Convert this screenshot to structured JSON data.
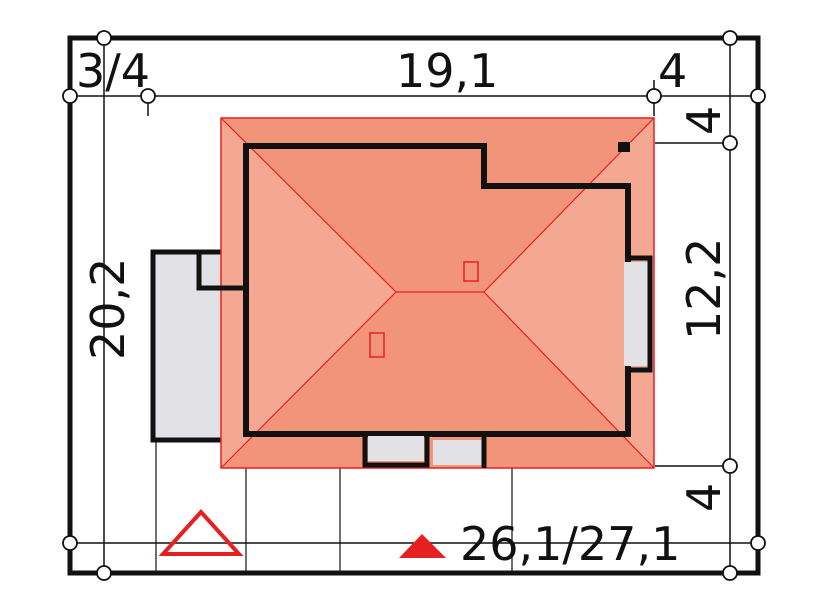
{
  "dimensions": {
    "top_left_setback": "3/4",
    "top_width": "19,1",
    "top_right_setback": "4",
    "right_top_setback": "4",
    "right_height": "12,2",
    "right_bottom_setback": "4",
    "left_total": "20,2",
    "plot_size": "26,1/27,1"
  },
  "colors": {
    "roof_fill": "#f29479",
    "roof_fill_light": "#f4a892",
    "roof_line": "#e62020",
    "wall": "#111111",
    "annex_fill": "#e2e2e6",
    "north_marker": "#e62020",
    "elevation_marker": "#e62020"
  },
  "icons": {
    "north_marker": "triangle-outline-icon",
    "elevation_marker": "triangle-solid-icon"
  }
}
